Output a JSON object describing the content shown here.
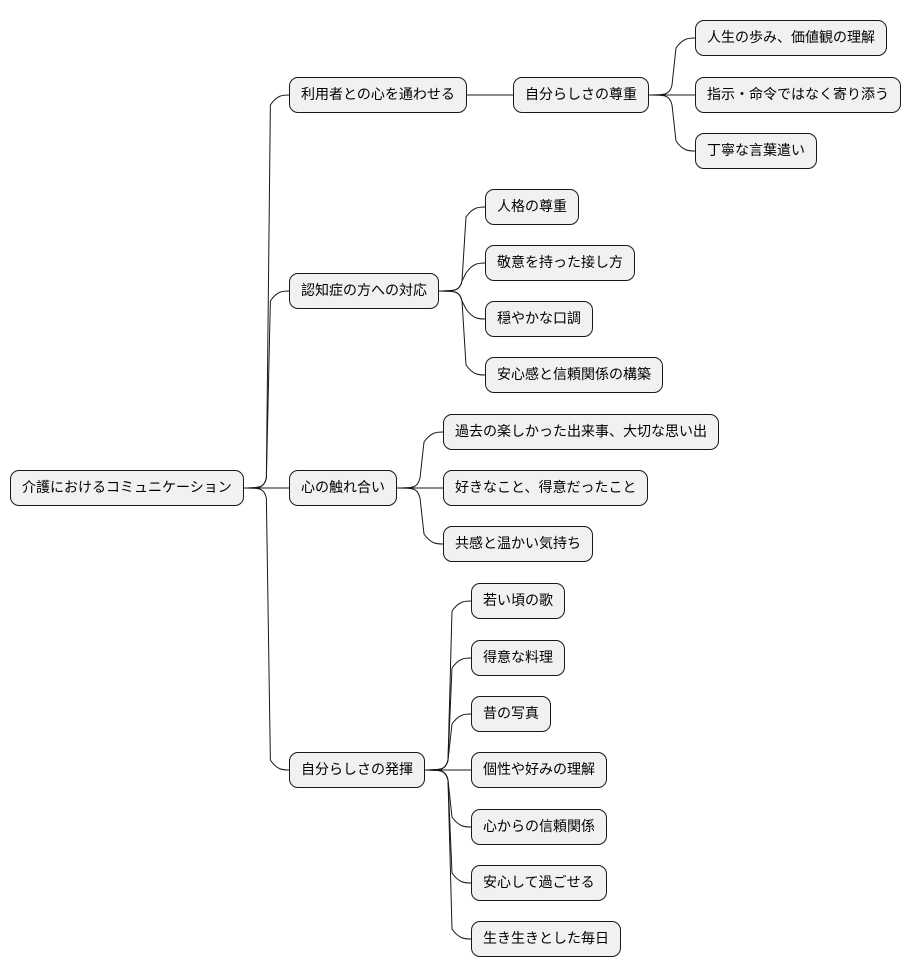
{
  "mindmap": {
    "root": {
      "label": "介護におけるコミュニケーション",
      "children": [
        {
          "label": "利用者との心を通わせる",
          "children": [
            {
              "label": "自分らしさの尊重",
              "children": [
                {
                  "label": "人生の歩み、価値観の理解"
                },
                {
                  "label": "指示・命令ではなく寄り添う"
                },
                {
                  "label": "丁寧な言葉遣い"
                }
              ]
            }
          ]
        },
        {
          "label": "認知症の方への対応",
          "children": [
            {
              "label": "人格の尊重"
            },
            {
              "label": "敬意を持った接し方"
            },
            {
              "label": "穏やかな口調"
            },
            {
              "label": "安心感と信頼関係の構築"
            }
          ]
        },
        {
          "label": "心の触れ合い",
          "children": [
            {
              "label": "過去の楽しかった出来事、大切な思い出"
            },
            {
              "label": "好きなこと、得意だったこと"
            },
            {
              "label": "共感と温かい気持ち"
            }
          ]
        },
        {
          "label": "自分らしさの発揮",
          "children": [
            {
              "label": "若い頃の歌"
            },
            {
              "label": "得意な料理"
            },
            {
              "label": "昔の写真"
            },
            {
              "label": "個性や好みの理解"
            },
            {
              "label": "心からの信頼関係"
            },
            {
              "label": "安心して過ごせる"
            },
            {
              "label": "生き生きとした毎日"
            }
          ]
        }
      ]
    }
  }
}
